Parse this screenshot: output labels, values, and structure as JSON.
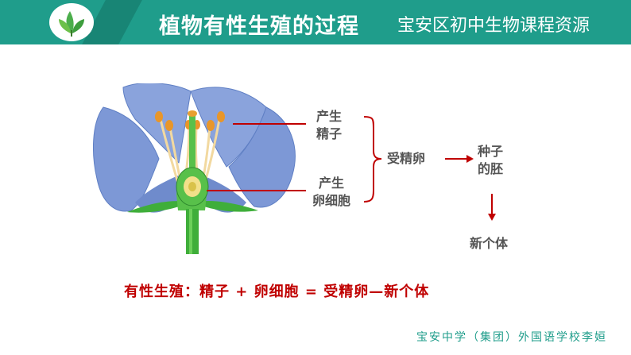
{
  "header": {
    "title": "植物有性生殖的过程",
    "subtitle": "宝安区初中生物课程资源"
  },
  "diagram": {
    "label_sperm_line1": "产生",
    "label_sperm_line2": "精子",
    "label_egg_line1": "产生",
    "label_egg_line2": "卵细胞",
    "label_zygote": "受精卵",
    "label_embryo_line1": "种子",
    "label_embryo_line2": "的胚",
    "label_new_individual": "新个体"
  },
  "formula": "有性生殖：精子 + 卵细胞 = 受精卵—新个体",
  "footer": "宝安中学（集团）外国语学校李姮",
  "colors": {
    "header": "#1f9d8b",
    "accent_red": "#c00000",
    "petal": "#7d98d6",
    "stem": "#3fae3a"
  },
  "icons": {
    "logo": "leaf-logo-icon"
  }
}
